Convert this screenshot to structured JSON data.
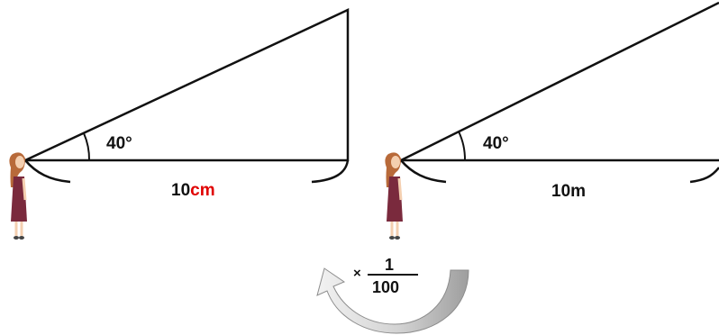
{
  "left_triangle": {
    "angle_label": "40°",
    "base_number": "10",
    "base_unit": "cm"
  },
  "right_triangle": {
    "angle_label": "40°",
    "base_label": "10m"
  },
  "scale": {
    "times_sign": "×",
    "numerator": "1",
    "denominator": "100"
  },
  "colors": {
    "line": "#111111",
    "unit_highlight": "#e00000",
    "arrow_light": "#e6e6e6",
    "arrow_dark": "#a9a9a9",
    "dress": "#7a2a3d",
    "hair": "#b86a3a",
    "skin": "#f4cfb0"
  }
}
